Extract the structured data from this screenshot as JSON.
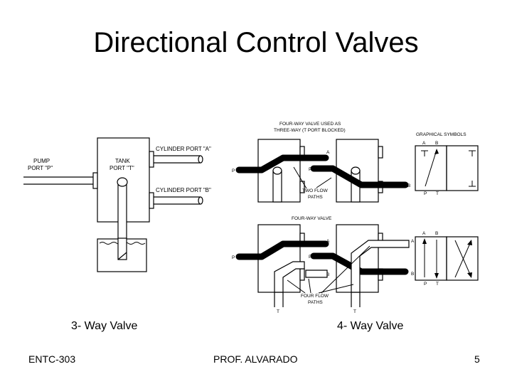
{
  "slide": {
    "title": "Directional Control Valves",
    "caption_left": "3- Way Valve",
    "caption_right": "4- Way Valve",
    "footer_left": "ENTC-303",
    "footer_center": "PROF. ALVARADO",
    "page_number": "5"
  },
  "left_diagram": {
    "pump_port_line1": "PUMP",
    "pump_port_line2": "PORT \"P\"",
    "tank_port_line1": "TANK",
    "tank_port_line2": "PORT \"T\"",
    "cylinder_port_a": "CYLINDER PORT \"A\"",
    "cylinder_port_b": "CYLINDER PORT \"B\""
  },
  "right_diagram": {
    "top_caption_line1": "FOUR-WAY VALVE USED AS",
    "top_caption_line2": "THREE-WAY (T PORT BLOCKED)",
    "graphical_symbols": "GRAPHICAL SYMBOLS",
    "two_flow_line1": "TWO FLOW",
    "two_flow_line2": "PATHS",
    "four_way_valve": "FOUR-WAY VALVE",
    "four_flow_line1": "FOUR FLOW",
    "four_flow_line2": "PATHS",
    "port_a": "A",
    "port_b": "B",
    "port_p": "P",
    "port_t": "T"
  }
}
